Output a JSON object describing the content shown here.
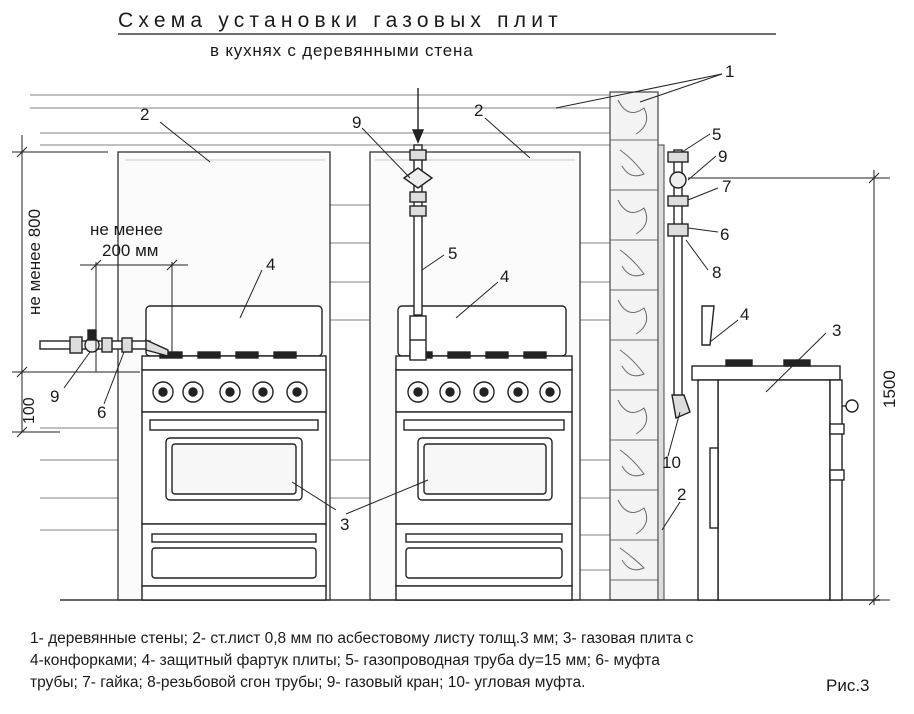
{
  "title": "Схема установки газовых плит",
  "subtitle": "в кухнях с деревянными стена",
  "dimensions": {
    "min_800": "не менее 800",
    "min_200_line1": "не менее",
    "min_200_line2": "200 мм",
    "d100": "100",
    "d1500": "1500"
  },
  "callouts": {
    "n1": "1",
    "n2a": "2",
    "n2b": "2",
    "n2c": "2",
    "n3a": "3",
    "n3b": "3",
    "n4a": "4",
    "n4b": "4",
    "n4c": "4",
    "n5a": "5",
    "n5b": "5",
    "n6a": "6",
    "n6b": "6",
    "n7": "7",
    "n8": "8",
    "n9a": "9",
    "n9b": "9",
    "n9c": "9",
    "n10": "10"
  },
  "legend": {
    "line1": "1- деревянные стены;  2- ст.лист 0,8 мм по асбестовому листу толщ.3 мм;  3- газовая плита с",
    "line2": "4-конфорками;  4- защитный фартук плиты;  5- газопроводная труба dy=15 мм;  6- муфта",
    "line3": "трубы;  7- гайка;  8-резьбовой сгон трубы;  9- газовый кран; 10- угловая муфта."
  },
  "figure_label": "Рис.3"
}
